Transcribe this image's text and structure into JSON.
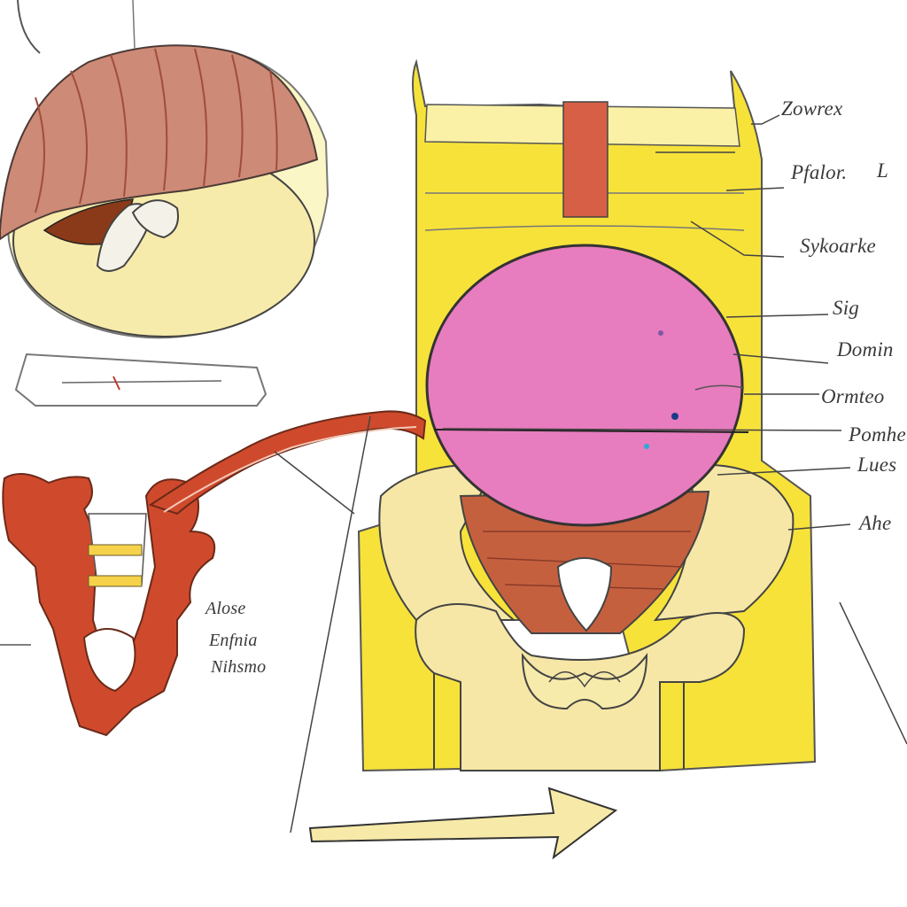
{
  "labels": {
    "right": [
      "Zowrex",
      "Pfalor.",
      "Sykoarke",
      "Sig",
      "Domin",
      "Ormteo",
      "Pomhe",
      "Lues",
      "Ahe"
    ],
    "right_extra": "L",
    "left": [
      "Alose",
      "Enfnia",
      "Nihsmo"
    ]
  },
  "colors": {
    "skin_yellow": "#f7e23a",
    "bone_cream": "#f6e7a6",
    "organ_pink": "#e77cbe",
    "muscle_red": "#c7553f",
    "vessel_red": "#cf4a2c",
    "cap_brown": "#c98672",
    "ink": "#333333"
  }
}
